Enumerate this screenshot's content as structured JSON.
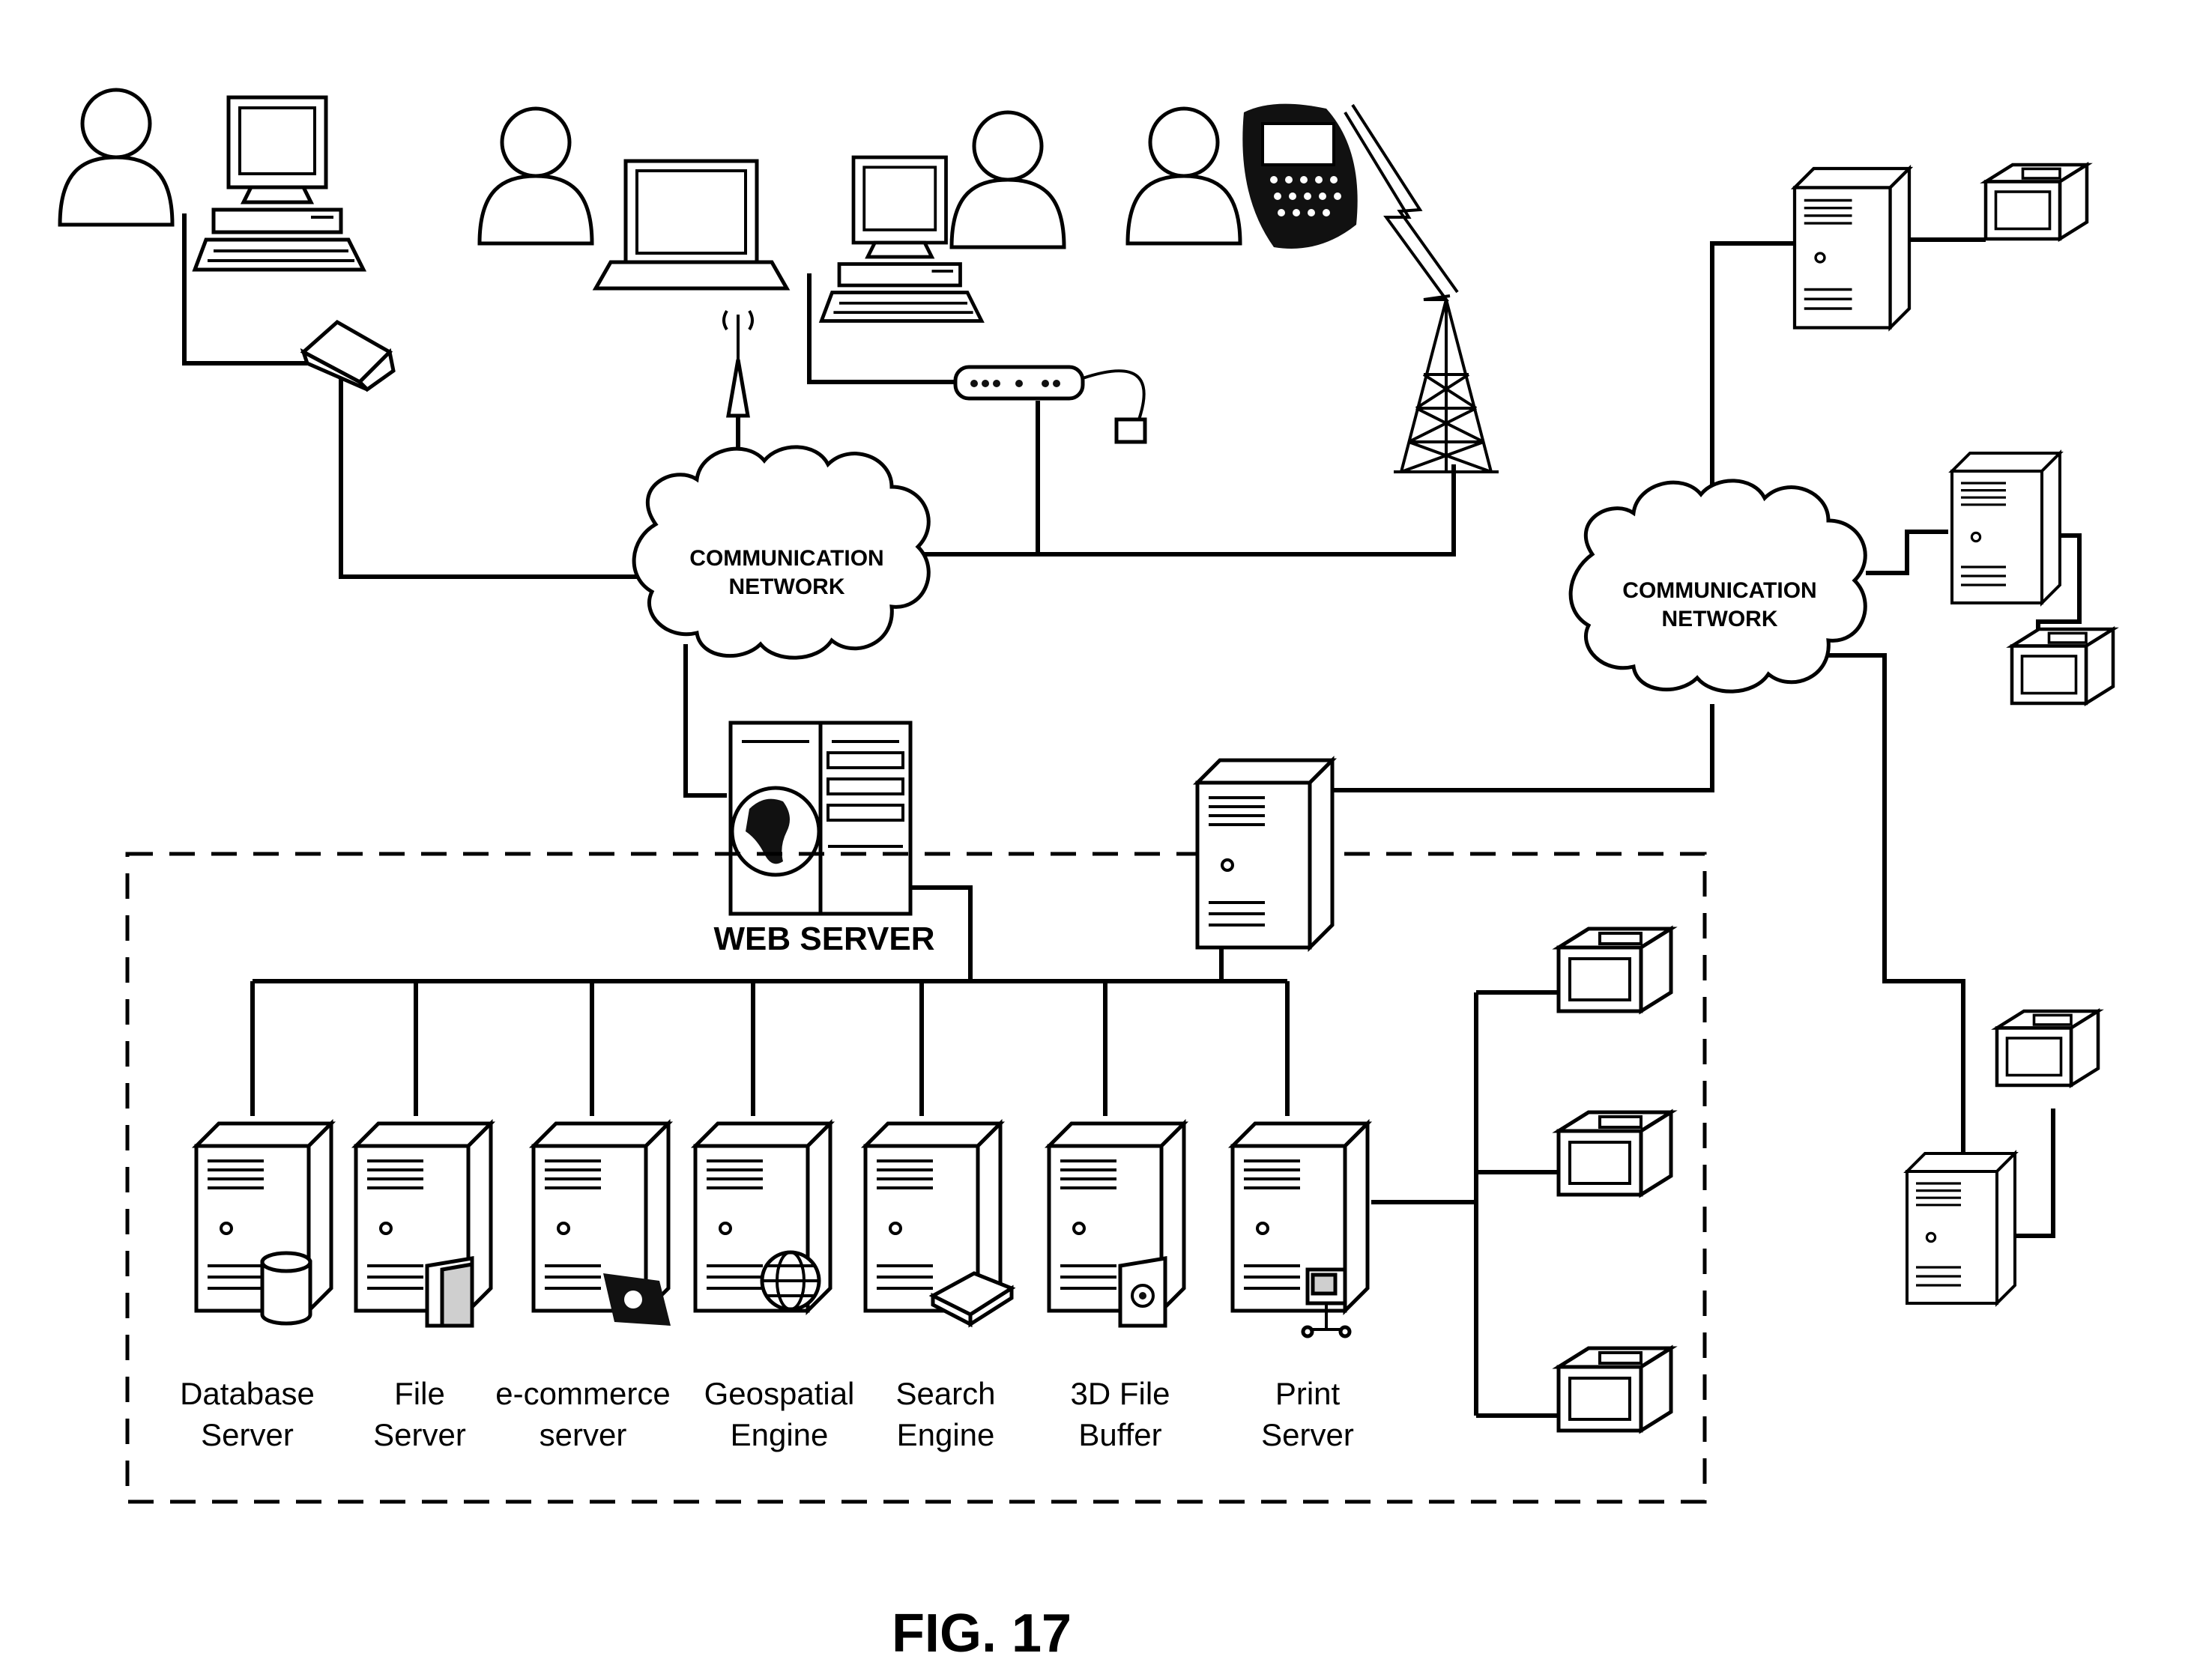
{
  "networks": {
    "left": {
      "line1": "COMMUNICATION",
      "line2": "NETWORK"
    },
    "right": {
      "line1": "COMMUNICATION",
      "line2": "NETWORK"
    }
  },
  "web_server": {
    "label": "WEB SERVER"
  },
  "servers": [
    {
      "line1": "Database",
      "line2": "Server"
    },
    {
      "line1": "File",
      "line2": "Server"
    },
    {
      "line1": "e-commerce",
      "line2": "server"
    },
    {
      "line1": "Geospatial",
      "line2": "Engine"
    },
    {
      "line1": "Search",
      "line2": "Engine"
    },
    {
      "line1": "3D File",
      "line2": "Buffer"
    },
    {
      "line1": "Print",
      "line2": "Server"
    }
  ],
  "figure": {
    "label": "FIG. 17"
  }
}
